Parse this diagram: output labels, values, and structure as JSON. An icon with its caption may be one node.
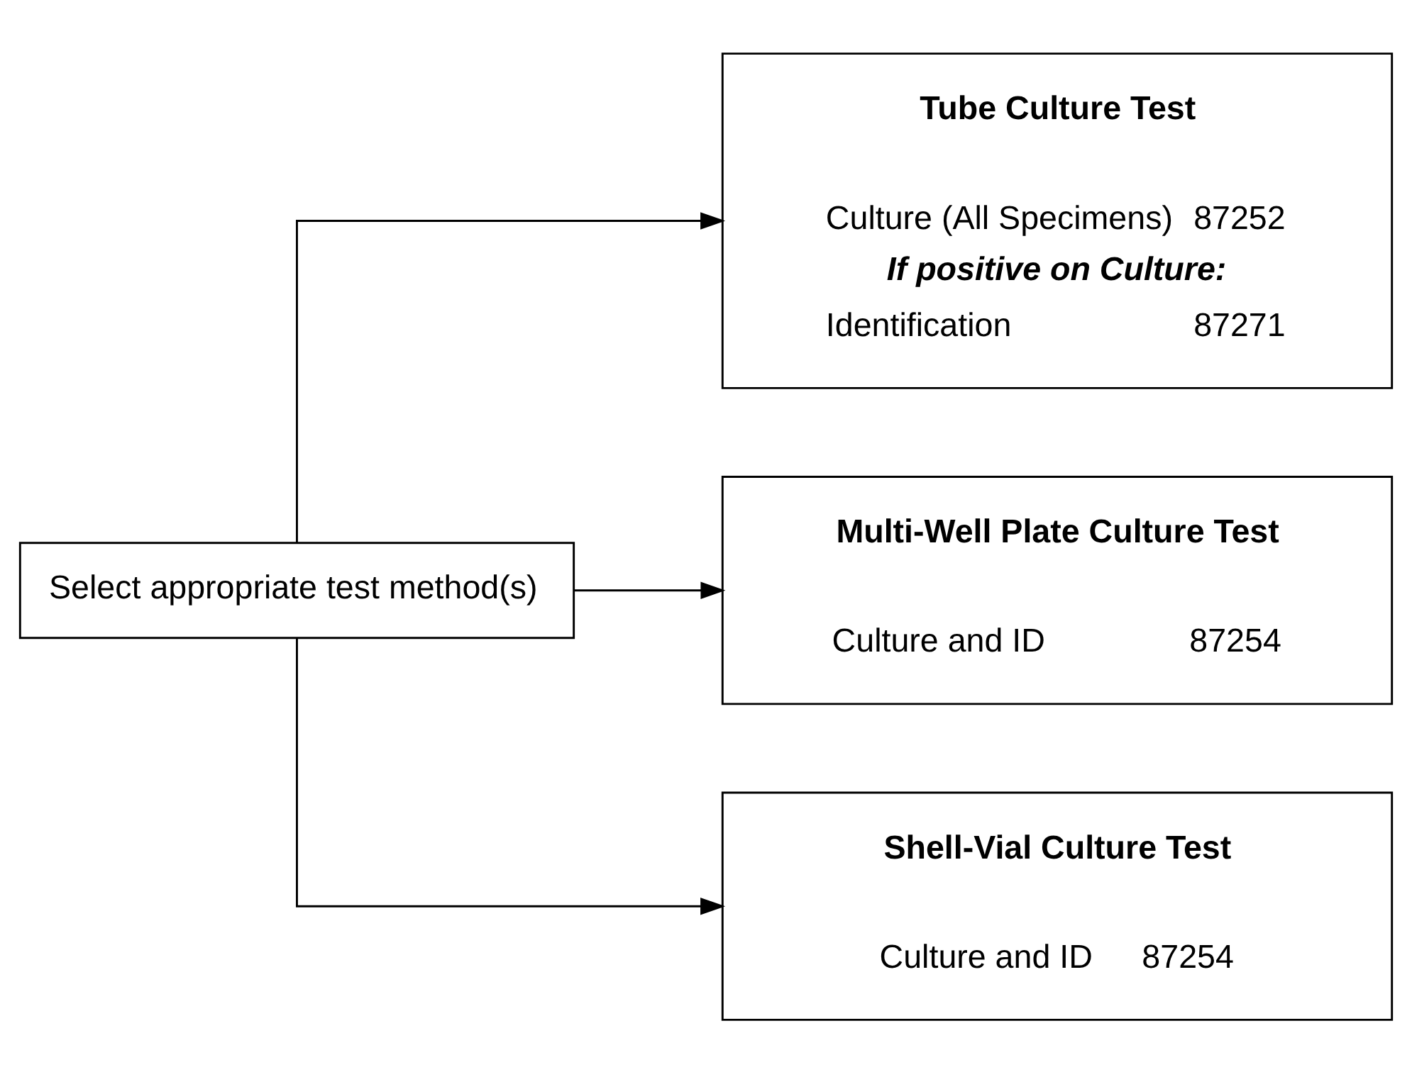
{
  "diagram": {
    "nodes": [
      {
        "text": [
          "Select appropriate test method(s)"
        ]
      },
      {
        "text": [
          "Tube Culture Test",
          "Culture (All Specimens)",
          "87252",
          "If positive on Culture:",
          "Identification",
          "87271"
        ]
      },
      {
        "text": [
          "Multi-Well Plate Culture Test",
          "Culture and ID",
          "87254"
        ]
      },
      {
        "text": [
          "Shell-Vial Culture Test",
          "Culture and ID",
          "87254"
        ]
      }
    ],
    "edges": [
      {
        "from": 0,
        "to": 1,
        "arrow": "to"
      },
      {
        "from": 0,
        "to": 2,
        "arrow": "to"
      },
      {
        "from": 0,
        "to": 3,
        "arrow": "to"
      }
    ]
  }
}
